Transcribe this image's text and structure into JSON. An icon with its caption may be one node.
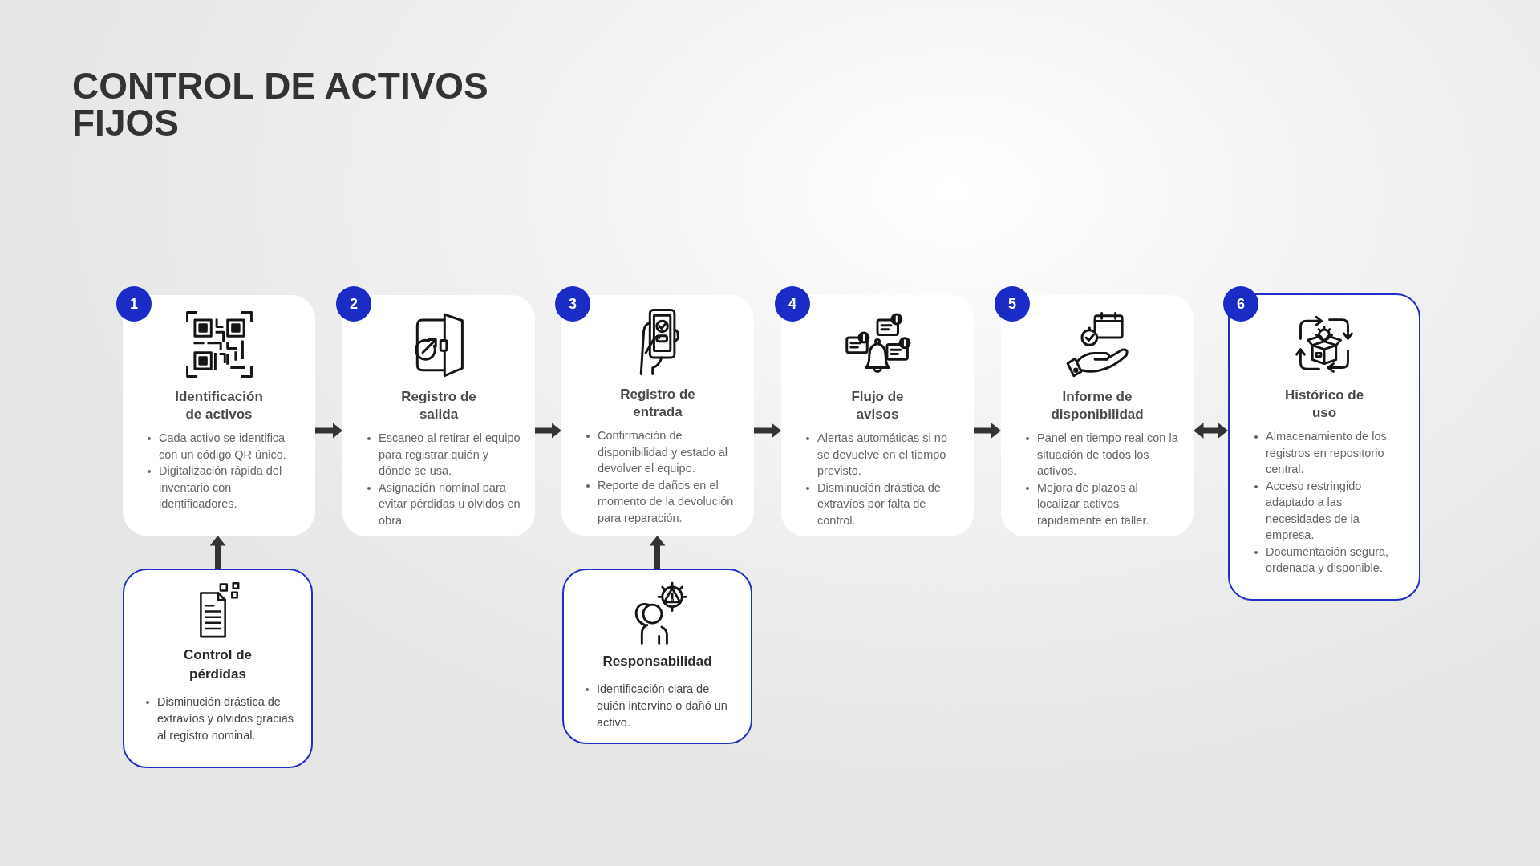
{
  "diagram": {
    "title": "CONTROL DE ACTIVOS FIJOS",
    "nodes": [
      {
        "text": [
          "1",
          "Identificación de activos",
          "Cada activo se identifica con un código QR único.",
          "Digitalización rápida del inventario con identificadores."
        ]
      },
      {
        "text": [
          "2",
          "Registro de salida",
          "Escaneo al retirar el equipo para registrar quién y dónde se usa.",
          "Asignación nominal para evitar pérdidas u olvidos en obra."
        ]
      },
      {
        "text": [
          "3",
          "Registro de entrada",
          "Confirmación de disponibilidad y estado al devolver el equipo.",
          "Reporte de daños en el momento de la devolución para reparación."
        ]
      },
      {
        "text": [
          "4",
          "Flujo de avisos",
          "Alertas automáticas si no se devuelve en el tiempo previsto.",
          "Disminución drástica de extravíos por falta de control."
        ]
      },
      {
        "text": [
          "5",
          "Informe de disponibilidad",
          "Panel en tiempo real con la situación de todos los activos.",
          "Mejora de plazos al localizar activos rápidamente en taller."
        ]
      },
      {
        "text": [
          "6",
          "Histórico de uso",
          "Almacenamiento de los registros en repositorio central.",
          "Acceso restringido adaptado a las necesidades de la empresa.",
          "Documentación segura, ordenada y disponible."
        ]
      },
      {
        "text": [
          "Control de pérdidas",
          "Disminución drástica de extravíos y olvidos gracias al registro nominal."
        ]
      },
      {
        "text": [
          "Responsabilidad",
          "Identificación clara de quién intervino o dañó un activo."
        ]
      }
    ],
    "edges": [
      {
        "from": 0,
        "to": 1,
        "arrow": "to"
      },
      {
        "from": 1,
        "to": 2,
        "arrow": "to"
      },
      {
        "from": 2,
        "to": 3,
        "arrow": "to"
      },
      {
        "from": 3,
        "to": 4,
        "arrow": "to"
      },
      {
        "from": 4,
        "to": 5,
        "arrow": "both"
      },
      {
        "from": 6,
        "to": 0,
        "arrow": "to"
      },
      {
        "from": 7,
        "to": 2,
        "arrow": "to"
      }
    ]
  }
}
